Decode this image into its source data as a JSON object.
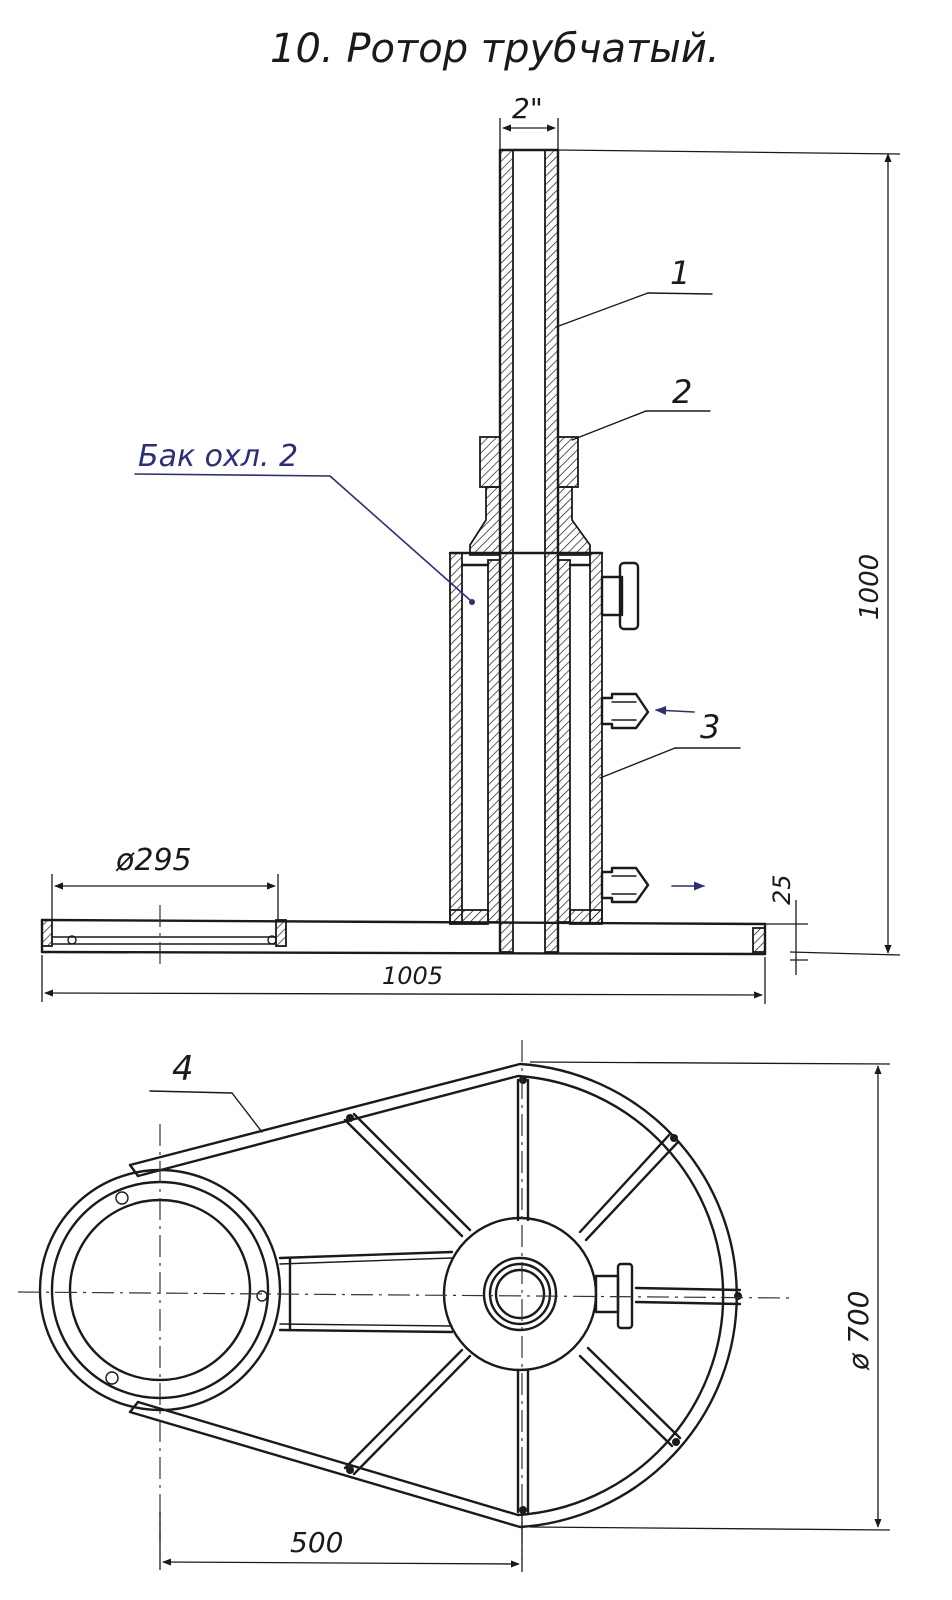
{
  "title": "10. Ротор трубчатый.",
  "top_view": {
    "pipe_size": "2\"",
    "height_dim": "1000",
    "base_length_dim": "1005",
    "flange_dia_dim": "ø295",
    "base_thickness_dim": "25",
    "tank_label": "Бак охл. 2"
  },
  "callouts": [
    "1",
    "2",
    "3",
    "4"
  ],
  "plan_view": {
    "spacing_dim": "500",
    "wheel_dia_dim": "ø 700"
  },
  "colors": {
    "ink": "#1a1a1a",
    "blue_ink": "#2b2f7a"
  }
}
